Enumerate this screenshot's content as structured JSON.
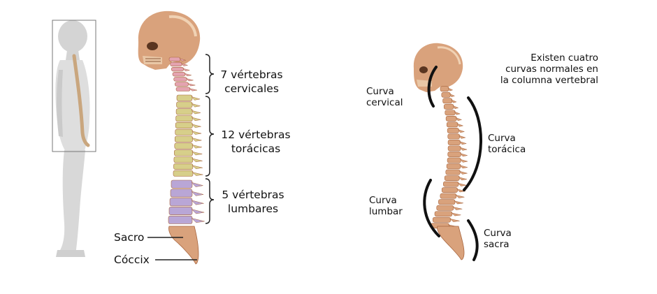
{
  "left_panel": {
    "regions": [
      {
        "line1": "7 vértebras",
        "line2": "cervicales"
      },
      {
        "line1": "12 vértebras",
        "line2": "torácicas"
      },
      {
        "line1": "5 vértebras",
        "line2": "lumbares"
      }
    ],
    "sacro": "Sacro",
    "coccix": "Cóccix"
  },
  "right_panel": {
    "note": [
      "Existen cuatro",
      "curvas normales en",
      "la columna vertebral"
    ],
    "curves": [
      {
        "line1": "Curva",
        "line2": "cervical"
      },
      {
        "line1": "Curva",
        "line2": "torácica"
      },
      {
        "line1": "Curva",
        "line2": "lumbar"
      },
      {
        "line1": "Curva",
        "line2": "sacra"
      }
    ]
  },
  "colors": {
    "bone": "#d9a27c",
    "bone_dark": "#a8663f",
    "cervical": "#e4a3b0",
    "thoracic": "#d7cf8a",
    "lumbar": "#b9a6d6",
    "body": "#dcdcdc"
  }
}
